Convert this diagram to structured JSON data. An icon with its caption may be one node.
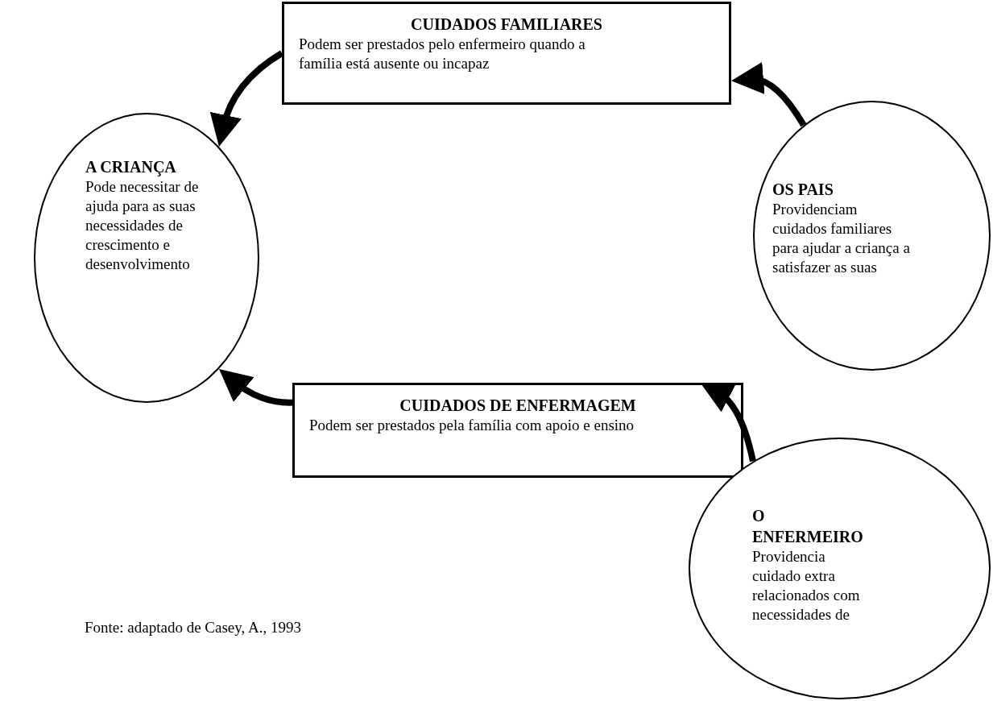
{
  "diagram": {
    "nodes": [
      {
        "text": [
          "CUIDADOS FAMILIARES",
          "Podem ser prestados pelo enfermeiro quando a família está ausente ou incapaz"
        ]
      },
      {
        "text": [
          "A CRIANÇA",
          "Pode necessitar de ajuda para as suas necessidades de crescimento e desenvolvimento"
        ]
      },
      {
        "text": [
          "OS PAIS",
          "Providenciam cuidados familiares para ajudar a criança a satisfazer as suas"
        ]
      },
      {
        "text": [
          "CUIDADOS DE ENFERMAGEM",
          "Podem ser prestados pela família com apoio e ensino"
        ]
      },
      {
        "text": [
          "O ENFERMEIRO",
          "Providencia cuidado extra relacionados com necessidades de"
        ]
      }
    ],
    "edges": [
      {
        "from": 2,
        "to": 0,
        "arrow": "to"
      },
      {
        "from": 0,
        "to": 1,
        "arrow": "to"
      },
      {
        "from": 4,
        "to": 3,
        "arrow": "to"
      },
      {
        "from": 3,
        "to": 1,
        "arrow": "to"
      }
    ],
    "labels": [
      "Fonte: adaptado de Casey, A., 1993"
    ]
  }
}
